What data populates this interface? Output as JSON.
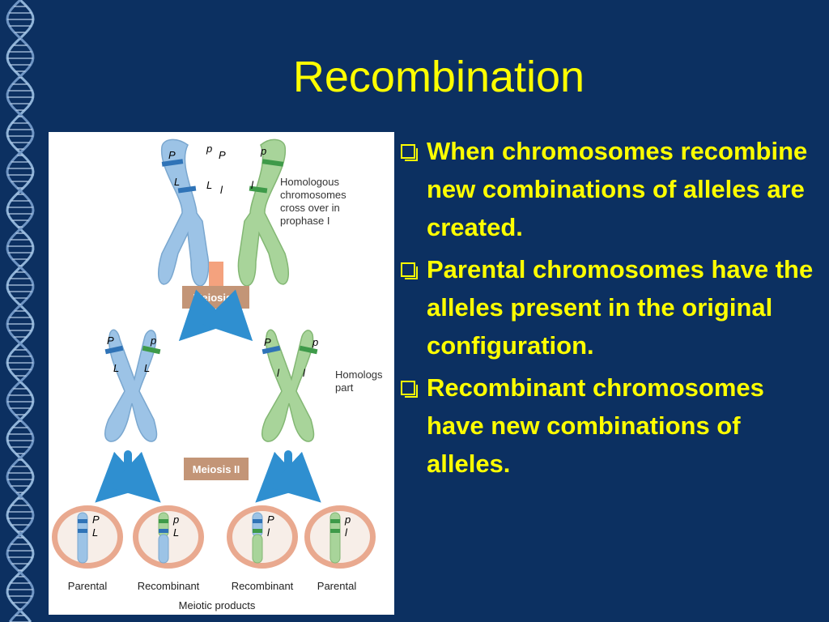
{
  "slide": {
    "title": "Recombination",
    "bullets": [
      "When chromosomes recombine new combinations of alleles are created.",
      "Parental chromosomes have the alleles present in the original configuration.",
      "Recombinant chromosomes have new combinations of alleles."
    ],
    "bullet_icon": "checkbox-square-icon"
  },
  "figure": {
    "caption_cross": [
      "Homologous",
      "chromosomes",
      "cross over in",
      "prophase I"
    ],
    "caption_part": [
      "Homologs",
      "part"
    ],
    "meiosis1": "Meiosis I",
    "meiosis2": "Meiosis II",
    "allele_P": "P",
    "allele_p": "p",
    "allele_L": "L",
    "allele_l": "l",
    "products": [
      "Parental",
      "Recombinant",
      "Recombinant",
      "Parental"
    ],
    "bottom_caption": "Meiotic products"
  },
  "colors": {
    "background": "#0c3061",
    "text": "#ffff00",
    "blue_chromosome": "#9cc3e6",
    "green_chromosome": "#a8d49a",
    "stem": "#f4a27e",
    "meiosis_label": "#c39577",
    "arrow": "#2f8fd0",
    "cell": "#e9a98f"
  }
}
